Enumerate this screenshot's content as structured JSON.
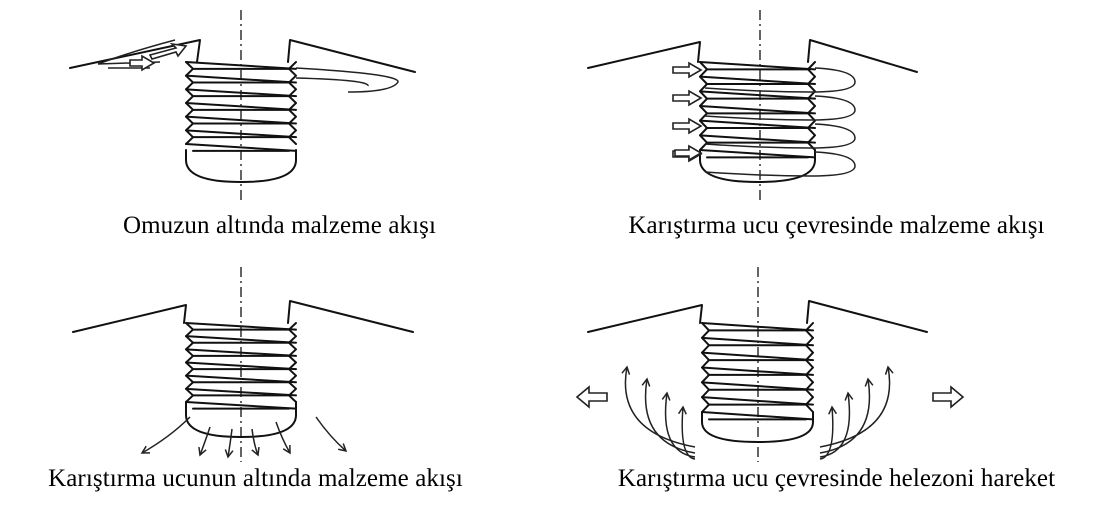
{
  "panels": [
    {
      "id": "p1",
      "caption": "Omuzun altında malzeme akışı"
    },
    {
      "id": "p2",
      "caption": "Karıştırma ucu çevresinde malzeme akışı"
    },
    {
      "id": "p3",
      "caption": "Karıştırma ucunun altında malzeme akışı"
    },
    {
      "id": "p4",
      "caption": "Karıştırma ucu çevresinde helezoni hareket"
    }
  ],
  "colors": {
    "line": "#111111",
    "background": "#ffffff"
  },
  "icons": {
    "flow_arrow": "arrow-icon",
    "outward_arrow": "hollow-arrow-icon"
  }
}
